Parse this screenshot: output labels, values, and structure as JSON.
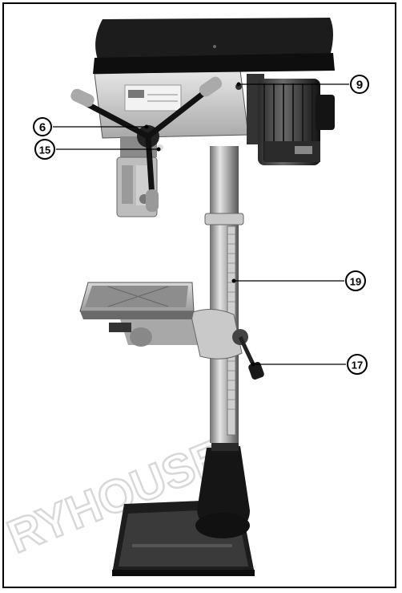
{
  "figure": {
    "subject": "drill-press-photo",
    "callouts": [
      {
        "id": "6",
        "label": "6"
      },
      {
        "id": "15",
        "label": "15"
      },
      {
        "id": "9",
        "label": "9"
      },
      {
        "id": "19",
        "label": "19"
      },
      {
        "id": "17",
        "label": "17"
      }
    ],
    "watermark": {
      "text": "RYHOUSE"
    },
    "colors": {
      "border": "#000000",
      "dark_paint": "#1a1a1a",
      "light_metal": "#bdbdbd",
      "watermark": "#d8d8d8"
    }
  }
}
